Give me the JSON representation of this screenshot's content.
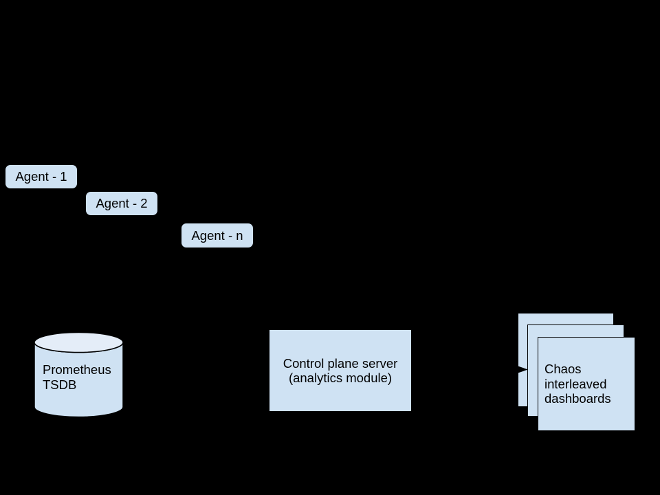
{
  "diagram": {
    "background_color": "#000000",
    "node_fill_color": "#cfe2f3",
    "cylinder_top_fill_color": "#e4edf8",
    "node_stroke_color": "#000000",
    "arrow_color": "#000000",
    "agents": [
      {
        "label": "Agent - 1"
      },
      {
        "label": "Agent - 2"
      },
      {
        "label": "Agent - n"
      }
    ],
    "prometheus": {
      "line1": "Prometheus",
      "line2": "TSDB"
    },
    "control_plane": {
      "line1": "Control plane server",
      "line2": "(analytics module)"
    },
    "dashboards": {
      "line1": "Chaos",
      "line2": "interleaved",
      "line3": "dashboards"
    }
  }
}
